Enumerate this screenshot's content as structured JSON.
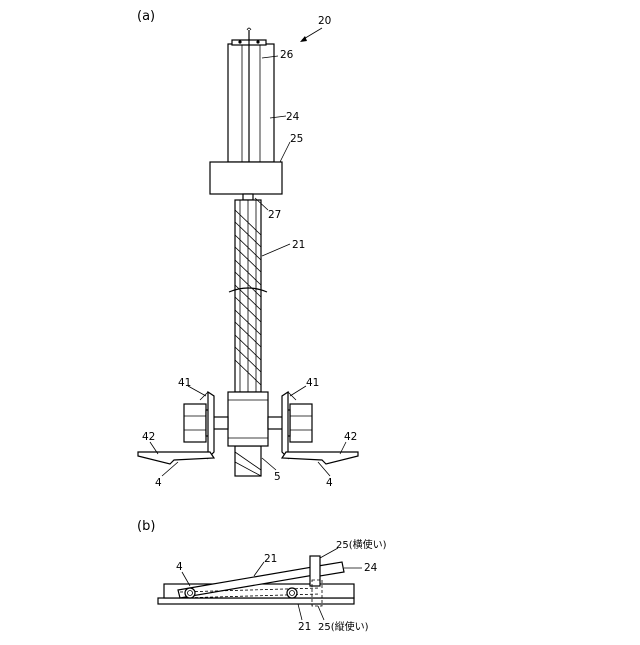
{
  "labels": {
    "panel_a": "(a)",
    "panel_b": "(b)",
    "ref_20": "20",
    "ref_26": "26",
    "ref_24": "24",
    "ref_25": "25",
    "ref_27": "27",
    "ref_21": "21",
    "ref_41_left": "41",
    "ref_41_right": "41",
    "ref_42_left": "42",
    "ref_42_right": "42",
    "ref_4_left": "4",
    "ref_4_right": "4",
    "ref_5": "5",
    "b_ref_4": "4",
    "b_ref_21_top": "21",
    "b_ref_25_top": "25(横使い)",
    "b_ref_24": "24",
    "b_ref_21_bottom": "21",
    "b_ref_25_bottom": "25(縦使い)"
  }
}
